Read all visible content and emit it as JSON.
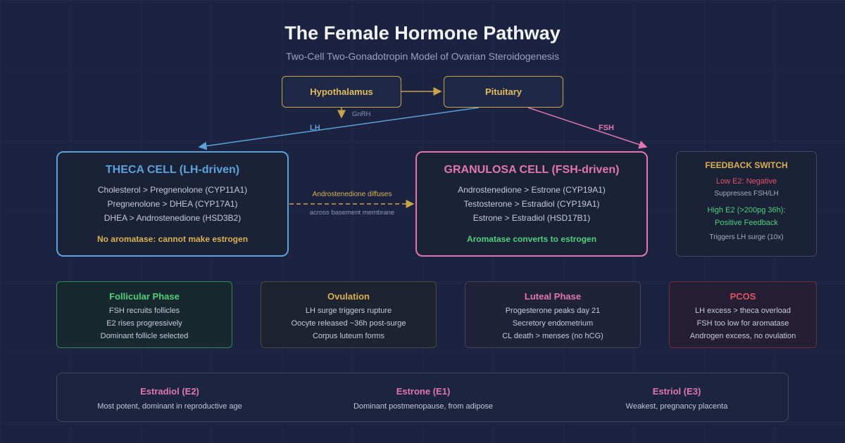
{
  "title": "The Female Hormone Pathway",
  "subtitle": "Two-Cell Two-Gonadotropin Model of Ovarian Steroidogenesis",
  "hypothalamus": "Hypothalamus",
  "pituitary": "Pituitary",
  "gnrh_label": "GnRH",
  "lh_label": "LH",
  "fsh_label": "FSH",
  "theca": {
    "title": "THECA CELL (LH-driven)",
    "lines": [
      "Cholesterol > Pregnenolone (CYP11A1)",
      "Pregnenolone > DHEA (CYP17A1)",
      "DHEA > Androstenedione (HSD3B2)"
    ],
    "note": "No aromatase: cannot make estrogen"
  },
  "diffusion": {
    "top": "Androstenedione diffuses",
    "bottom": "across basement membrane"
  },
  "granulosa": {
    "title": "GRANULOSA CELL (FSH-driven)",
    "lines": [
      "Androstenedione > Estrone (CYP19A1)",
      "Testosterone > Estradiol (CYP19A1)",
      "Estrone > Estradiol (HSD17B1)"
    ],
    "note": "Aromatase converts to estrogen"
  },
  "feedback": {
    "title": "FEEDBACK SWITCH",
    "low": "Low E2: Negative",
    "low_desc": "Suppresses FSH/LH",
    "high_1": "High E2 (>200pg 36h):",
    "high_2": "Positive Feedback",
    "high_desc": "Triggers LH surge (10x)"
  },
  "phases": [
    {
      "title": "Follicular Phase",
      "lines": [
        "FSH recruits follicles",
        "E2 rises progressively",
        "Dominant follicle selected"
      ]
    },
    {
      "title": "Ovulation",
      "lines": [
        "LH surge triggers rupture",
        "Oocyte released ~36h post-surge",
        "Corpus luteum forms"
      ]
    },
    {
      "title": "Luteal Phase",
      "lines": [
        "Progesterone peaks day 21",
        "Secretory endometrium",
        "CL death > menses (no hCG)"
      ]
    },
    {
      "title": "PCOS",
      "lines": [
        "LH excess > theca overload",
        "FSH too low for aromatase",
        "Androgen excess, no ovulation"
      ]
    }
  ],
  "estrogens": [
    {
      "name": "Estradiol (E2)",
      "desc": "Most potent, dominant in reproductive age"
    },
    {
      "name": "Estrone (E1)",
      "desc": "Dominant postmenopause, from adipose"
    },
    {
      "name": "Estriol (E3)",
      "desc": "Weakest, pregnancy placenta"
    }
  ],
  "colors": {
    "gold": "#c9a44a",
    "theca_blue": "#5aa2d8",
    "granulosa_pink": "#e077b0",
    "green": "#4fd07a",
    "red": "#e2535f"
  }
}
